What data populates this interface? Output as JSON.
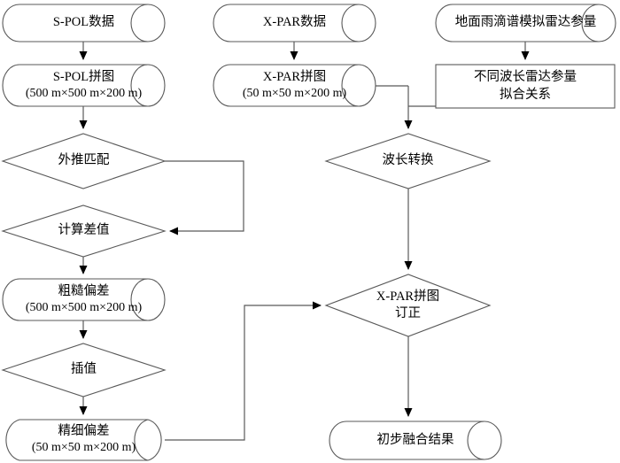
{
  "diagram": {
    "title": "S-POL / X-PAR 雷达资料融合流程图",
    "stroke_color": "#595959",
    "text_color": "#000000",
    "background_color": "#ffffff"
  },
  "nodes": {
    "s_pol_data": {
      "label": "S-POL数据",
      "shape": "cylinder"
    },
    "s_pol_mosaic": {
      "line1": "S-POL拼图",
      "line2": "(500 m×500 m×200 m)",
      "shape": "cylinder"
    },
    "x_par_data": {
      "label": "X-PAR数据",
      "shape": "cylinder"
    },
    "x_par_mosaic": {
      "line1": "X-PAR拼图",
      "line2": "(50 m×50 m×200 m)",
      "shape": "cylinder"
    },
    "dsd_sim_params": {
      "label": "地面雨滴谱模拟雷达参量",
      "shape": "cylinder"
    },
    "wavelength_fit": {
      "line1": "不同波长雷达参量",
      "line2": "拟合关系",
      "shape": "rectangle"
    },
    "extrapolation_match": {
      "label": "外推匹配",
      "shape": "diamond"
    },
    "wavelength_conversion": {
      "label": "波长转换",
      "shape": "diamond"
    },
    "compute_difference": {
      "label": "计算差值",
      "shape": "diamond"
    },
    "coarse_bias": {
      "line1": "粗糙偏差",
      "line2": "(500 m×500 m×200 m)",
      "shape": "cylinder"
    },
    "interpolation": {
      "label": "插值",
      "shape": "diamond"
    },
    "fine_bias": {
      "line1": "精细偏差",
      "line2": "(50 m×50 m×200 m)",
      "shape": "cylinder"
    },
    "x_par_correction": {
      "line1": "X-PAR拼图",
      "line2": "订正",
      "shape": "diamond"
    },
    "preliminary_fusion": {
      "label": "初步融合结果",
      "shape": "cylinder"
    }
  },
  "edges": [
    {
      "from": "s_pol_data",
      "to": "s_pol_mosaic"
    },
    {
      "from": "s_pol_mosaic",
      "to": "extrapolation_match"
    },
    {
      "from": "x_par_data",
      "to": "x_par_mosaic"
    },
    {
      "from": "x_par_mosaic",
      "to": "wavelength_conversion"
    },
    {
      "from": "dsd_sim_params",
      "to": "wavelength_fit"
    },
    {
      "from": "wavelength_fit",
      "to": "wavelength_conversion"
    },
    {
      "from": "extrapolation_match",
      "to": "compute_difference"
    },
    {
      "from": "wavelength_conversion",
      "to": "x_par_correction"
    },
    {
      "from": "compute_difference",
      "to": "coarse_bias"
    },
    {
      "from": "coarse_bias",
      "to": "interpolation"
    },
    {
      "from": "interpolation",
      "to": "fine_bias"
    },
    {
      "from": "fine_bias",
      "to": "x_par_correction"
    },
    {
      "from": "x_par_correction",
      "to": "preliminary_fusion"
    }
  ]
}
